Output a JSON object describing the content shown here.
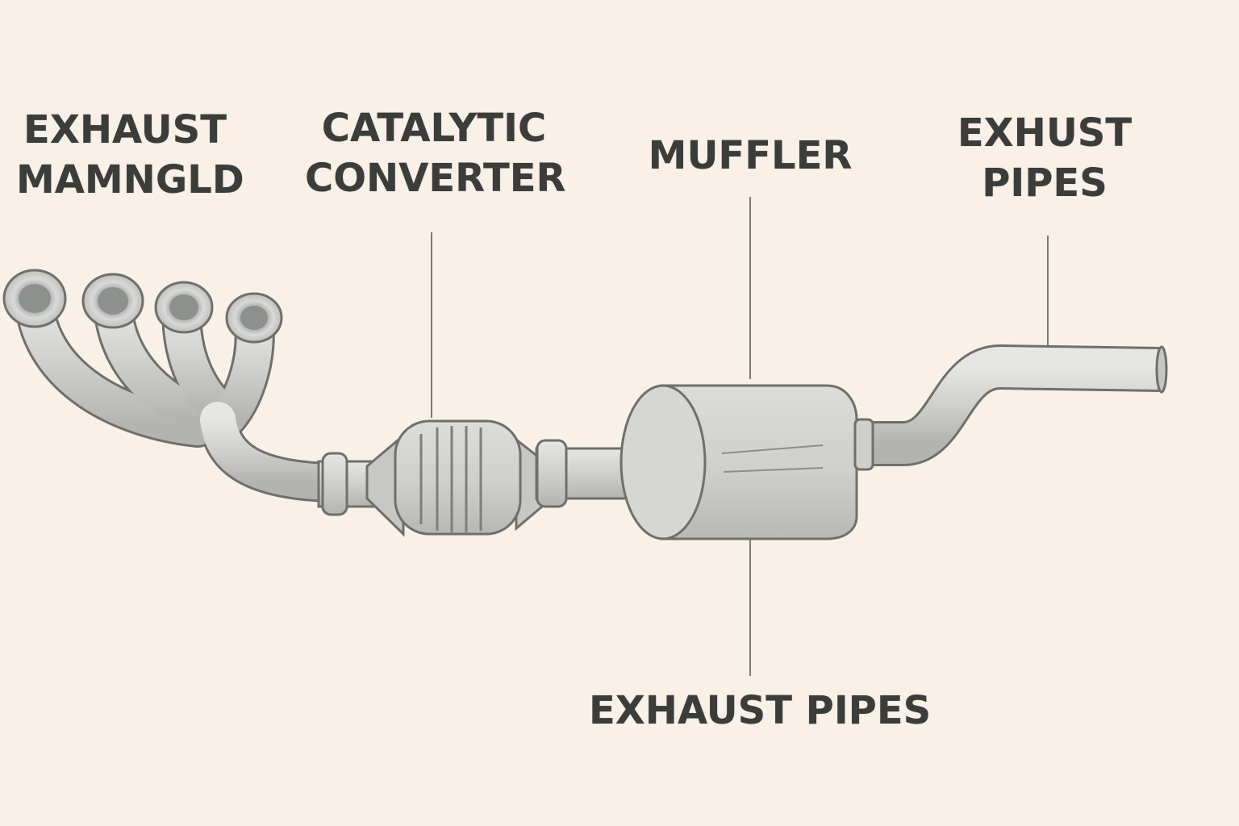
{
  "colors": {
    "background": "#f9f0e8",
    "metal": "#cfd0cd",
    "metal_light": "#e2e2df",
    "metal_dark": "#a9aaa7",
    "outline": "#6e706d",
    "label_text": "#3b3d3b",
    "leader_line": "#7a7a78"
  },
  "labels": {
    "exhaust_manifold": {
      "line1": "EXHAUST",
      "line2": "MAMNGLD"
    },
    "catalytic_converter": {
      "line1": "CATALYTIC",
      "line2": "CONVERTER"
    },
    "muffler": {
      "line1": "MUFFLER"
    },
    "exhaust_pipes_top": {
      "line1": "EXHUST",
      "line2": "PIPES"
    },
    "exhaust_pipes_bottom": {
      "line1": "EXHAUST PIPES"
    }
  }
}
